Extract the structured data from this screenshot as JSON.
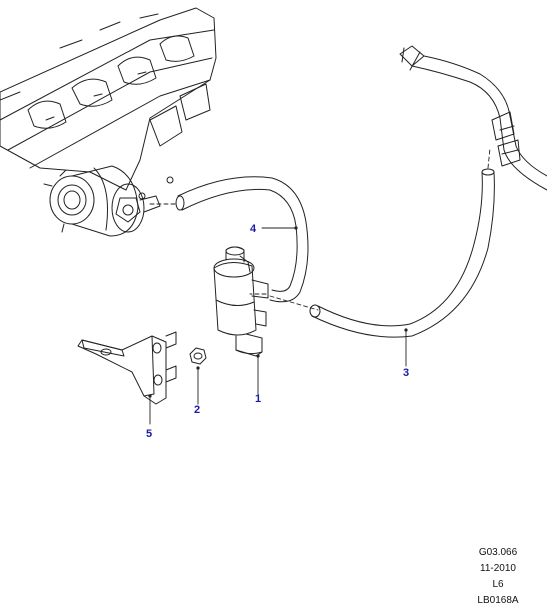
{
  "callouts": [
    {
      "id": "1",
      "label": "1"
    },
    {
      "id": "2",
      "label": "2"
    },
    {
      "id": "3",
      "label": "3"
    },
    {
      "id": "4",
      "label": "4"
    },
    {
      "id": "5",
      "label": "5"
    }
  ],
  "callout_color": "#1a1aa6",
  "reference": {
    "code": "G03.066",
    "date": "11-2010",
    "model": "L6",
    "illustration_id": "LB0168A"
  }
}
